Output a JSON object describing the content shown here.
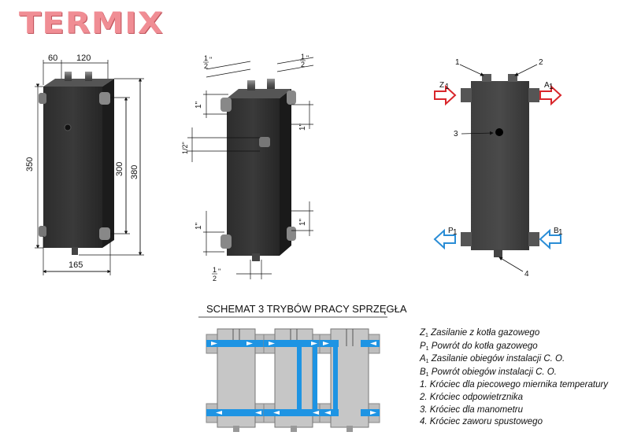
{
  "logo": {
    "text": "TERMIX"
  },
  "view1": {
    "dims": {
      "d60": "60",
      "d120": "120",
      "d350": "350",
      "d300": "300",
      "d380": "380",
      "d165": "165"
    }
  },
  "view2": {
    "dims": {
      "half": "1\"",
      "half_frac": "1/2\"",
      "one": "1\""
    }
  },
  "view3": {
    "labels": {
      "n1": "1",
      "n2": "2",
      "n3": "3",
      "n4": "4",
      "z1": "Z",
      "a1": "A",
      "p1": "P",
      "b1": "B",
      "sub": "1"
    },
    "colors": {
      "supply": "#d9262b",
      "return": "#2a8dd6"
    }
  },
  "schema": {
    "title": "SCHEMAT 3 TRYBÓW PRACY SPRZĘGŁA",
    "flow_color": "#1e94e3"
  },
  "legend": {
    "items": [
      {
        "key": "Z",
        "sub": "1",
        "text": "Zasilanie z kotła gazowego"
      },
      {
        "key": "P",
        "sub": "1",
        "text": "Powrót do kotła gazowego"
      },
      {
        "key": "A",
        "sub": "1",
        "text": "Zasilanie obiegów instalacji C. O."
      },
      {
        "key": "B",
        "sub": "1",
        "text": "Powrót obiegów instalacji C. O."
      },
      {
        "key": "1.",
        "sub": "",
        "text": "Króciec dla piecowego miernika temperatury"
      },
      {
        "key": "2.",
        "sub": "",
        "text": "Króciec odpowietrznika"
      },
      {
        "key": "3.",
        "sub": "",
        "text": "Króciec dla manometru"
      },
      {
        "key": "4.",
        "sub": "",
        "text": "Króciec zaworu spustowego"
      }
    ]
  }
}
